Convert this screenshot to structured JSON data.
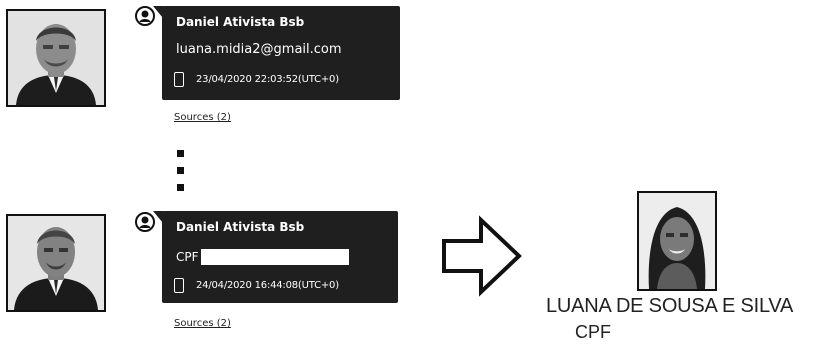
{
  "entries": [
    {
      "sender": "Daniel Ativista Bsb",
      "body": "luana.midia2@gmail.com",
      "timestamp": "23/04/2020 22:03:52(UTC+0)",
      "sources_label": "Sources (2)",
      "avatar_icon": "person-icon",
      "device_icon": "phone-icon"
    },
    {
      "sender": "Daniel Ativista Bsb",
      "cpf_label": "CPF",
      "timestamp": "24/04/2020 16:44:08(UTC+0)",
      "sources_label": "Sources (2)",
      "avatar_icon": "person-icon",
      "device_icon": "phone-icon"
    }
  ],
  "result": {
    "name": "LUANA DE SOUSA E SILVA",
    "cpf_label": "CPF"
  },
  "colors": {
    "bubble": "#1f1f1f",
    "text_light": "#ffffff",
    "ink": "#111111"
  }
}
